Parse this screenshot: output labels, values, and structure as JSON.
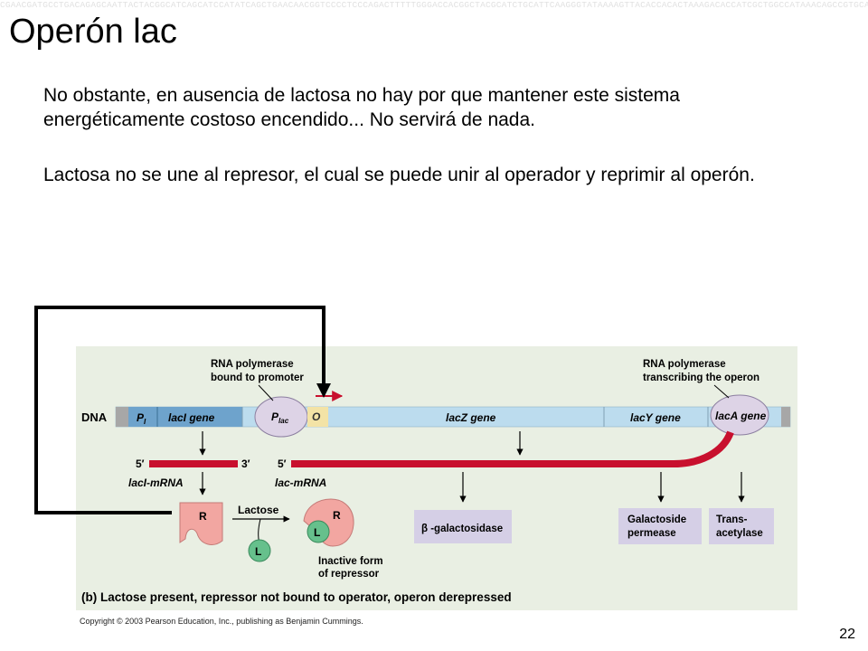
{
  "slide": {
    "title": "Operón lac",
    "paragraph1": "No obstante, en ausencia de lactosa no hay por que mantener este sistema energéticamente costoso encendido... No servirá de nada.",
    "paragraph2": "Lactosa no se une al represor, el cual se puede unir al operador y reprimir al operón.",
    "page_number": "22"
  },
  "figure": {
    "rnap_promoter_line1": "RNA polymerase",
    "rnap_promoter_line2": "bound to promoter",
    "rnap_transcribing_line1": "RNA polymerase",
    "rnap_transcribing_line2": "transcribing the operon",
    "dna_label": "DNA",
    "pi_main": "P",
    "pi_sub": "I",
    "laci_gene": "lacI gene",
    "plac_main": "P",
    "plac_sub": "lac",
    "operator": "O",
    "lacz_gene": "lacZ gene",
    "lacy_gene": "lacY gene",
    "laca_gene": "lacA gene",
    "five_prime_1": "5′",
    "three_prime": "3′",
    "laci_mrna": "lacI-mRNA",
    "five_prime_2": "5′",
    "lac_mrna": "lac-mRNA",
    "repressor_letter": "R",
    "lactose_label": "Lactose",
    "lactose_letter": "L",
    "inactive_repressor_letter": "R",
    "bound_lactose_letter": "L",
    "inactive_line1": "Inactive form",
    "inactive_line2": "of repressor",
    "beta_gal": "β -galactosidase",
    "permease_line1": "Galactoside",
    "permease_line2": "permease",
    "transacetylase_line1": "Trans-",
    "transacetylase_line2": "acetylase",
    "caption": "(b) Lactose present, repressor not bound to operator, operon derepressed",
    "copyright": "Copyright © 2003 Pearson Education, Inc., publishing as Benjamin Cummings.",
    "colors": {
      "panel": "#e9efe3",
      "dna_strand": "#bcdcee",
      "laci_region": "#6ea3cc",
      "operator": "#f3e3a6",
      "mrna": "#c8102e",
      "polymerase": "#ddd3e6",
      "repressor": "#f2a6a1",
      "lactose": "#66c08c",
      "protein_box": "#d5cfe6",
      "annotation_arrow": "#000000"
    }
  }
}
